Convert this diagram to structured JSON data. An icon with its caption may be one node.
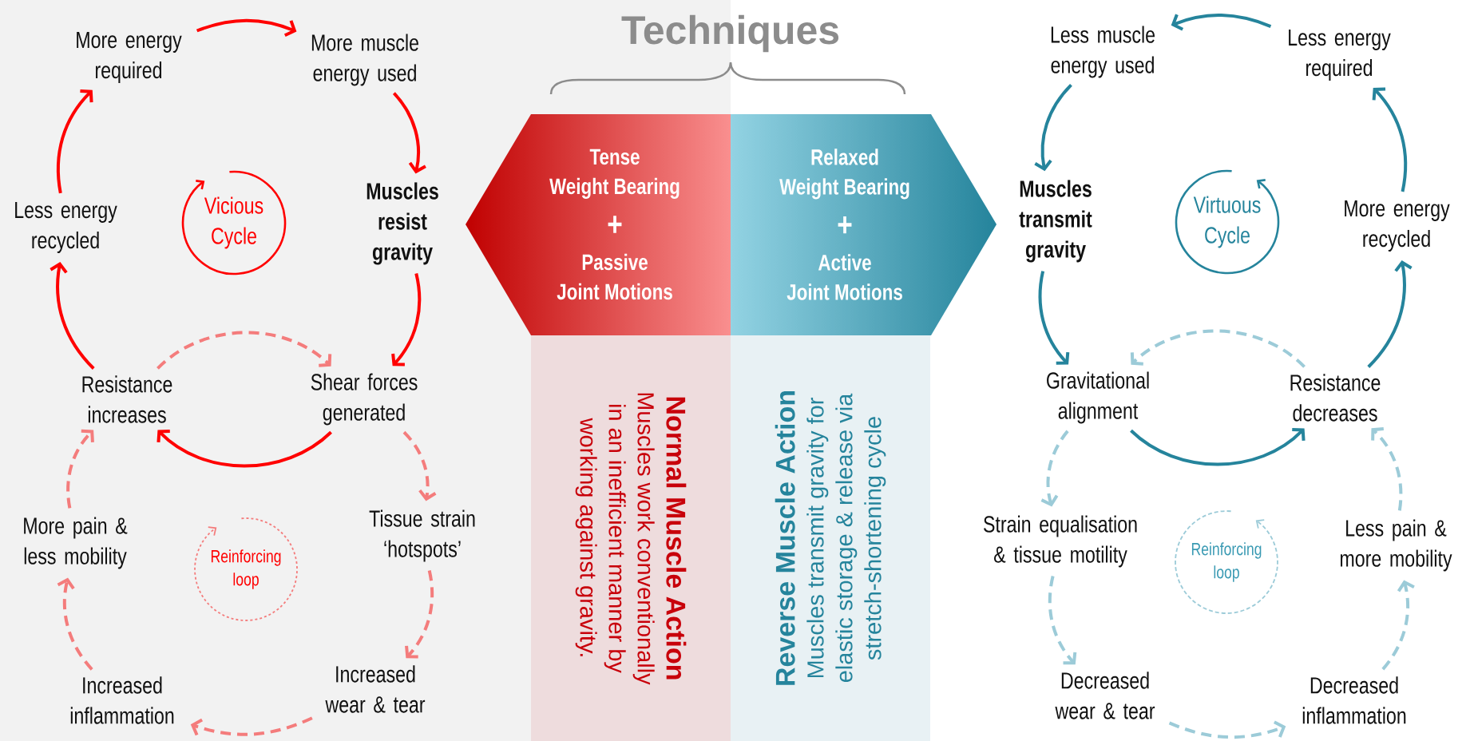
{
  "diagram": {
    "title": "Techniques",
    "nodes": [
      {
        "text": [
          "More energy required"
        ]
      },
      {
        "text": [
          "More muscle energy used"
        ]
      },
      {
        "text": [
          "Less energy recycled"
        ]
      },
      {
        "text": [
          "Vicious Cycle"
        ]
      },
      {
        "text": [
          "Muscles resist gravity"
        ]
      },
      {
        "text": [
          "Resistance increases"
        ]
      },
      {
        "text": [
          "Shear forces generated"
        ]
      },
      {
        "text": [
          "More pain & less mobility"
        ]
      },
      {
        "text": [
          "Reinforcing loop"
        ]
      },
      {
        "text": [
          "Tissue strain ‘hotspots’"
        ]
      },
      {
        "text": [
          "Increased inflammation"
        ]
      },
      {
        "text": [
          "Increased wear & tear"
        ]
      },
      {
        "text": [
          "Tense Weight Bearing",
          "+",
          "Passive Joint Motions"
        ]
      },
      {
        "text": [
          "Relaxed Weight Bearing",
          "+",
          "Active Joint Motions"
        ]
      },
      {
        "text": [
          "Normal Muscle Action",
          "Muscles work conventionally in an inefficient manner by working against gravity."
        ]
      },
      {
        "text": [
          "Reverse Muscle Action",
          "Muscles transmit gravity for elastic storage & release via stretch-shortening cycle"
        ]
      },
      {
        "text": [
          "Less muscle energy used"
        ]
      },
      {
        "text": [
          "Less energy required"
        ]
      },
      {
        "text": [
          "Muscles transmit gravity"
        ]
      },
      {
        "text": [
          "Virtuous Cycle"
        ]
      },
      {
        "text": [
          "More energy recycled"
        ]
      },
      {
        "text": [
          "Gravitational alignment"
        ]
      },
      {
        "text": [
          "Resistance decreases"
        ]
      },
      {
        "text": [
          "Strain equalisation & tissue motility"
        ]
      },
      {
        "text": [
          "Reinforcing loop"
        ]
      },
      {
        "text": [
          "Less pain & more mobility"
        ]
      },
      {
        "text": [
          "Decreased wear & tear"
        ]
      },
      {
        "text": [
          "Decreased inflammation"
        ]
      }
    ],
    "edges": [
      {
        "from": 0,
        "to": 1,
        "arrow": "to",
        "color": "#ff0000"
      },
      {
        "from": 1,
        "to": 4,
        "arrow": "to",
        "color": "#ff0000"
      },
      {
        "from": 4,
        "to": 6,
        "arrow": "to",
        "color": "#ff0000"
      },
      {
        "from": 6,
        "to": 5,
        "arrow": "to",
        "color": "#ff0000"
      },
      {
        "from": 5,
        "to": 2,
        "arrow": "to",
        "color": "#ff0000"
      },
      {
        "from": 2,
        "to": 0,
        "arrow": "to",
        "color": "#ff0000"
      },
      {
        "from": 5,
        "to": 6,
        "arrow": "to",
        "style": "dashed",
        "color": "#f47c7c"
      },
      {
        "from": 6,
        "to": 9,
        "arrow": "to",
        "style": "dashed",
        "color": "#f47c7c"
      },
      {
        "from": 9,
        "to": 11,
        "arrow": "to",
        "style": "dashed",
        "color": "#f47c7c"
      },
      {
        "from": 11,
        "to": 10,
        "arrow": "to",
        "style": "dashed",
        "color": "#f47c7c"
      },
      {
        "from": 10,
        "to": 7,
        "arrow": "to",
        "style": "dashed",
        "color": "#f47c7c"
      },
      {
        "from": 7,
        "to": 5,
        "arrow": "to",
        "style": "dashed",
        "color": "#f47c7c"
      },
      {
        "from": 17,
        "to": 16,
        "arrow": "to",
        "color": "#25849c"
      },
      {
        "from": 16,
        "to": 18,
        "arrow": "to",
        "color": "#25849c"
      },
      {
        "from": 18,
        "to": 21,
        "arrow": "to",
        "color": "#25849c"
      },
      {
        "from": 21,
        "to": 22,
        "arrow": "to",
        "color": "#25849c"
      },
      {
        "from": 22,
        "to": 20,
        "arrow": "to",
        "color": "#25849c"
      },
      {
        "from": 20,
        "to": 17,
        "arrow": "to",
        "color": "#25849c"
      },
      {
        "from": 22,
        "to": 21,
        "arrow": "to",
        "style": "dashed",
        "color": "#9ccbd8"
      },
      {
        "from": 21,
        "to": 23,
        "arrow": "to",
        "style": "dashed",
        "color": "#9ccbd8"
      },
      {
        "from": 23,
        "to": 26,
        "arrow": "to",
        "style": "dashed",
        "color": "#9ccbd8"
      },
      {
        "from": 26,
        "to": 27,
        "arrow": "to",
        "style": "dashed",
        "color": "#9ccbd8"
      },
      {
        "from": 27,
        "to": 25,
        "arrow": "to",
        "style": "dashed",
        "color": "#9ccbd8"
      },
      {
        "from": 25,
        "to": 22,
        "arrow": "to",
        "style": "dashed",
        "color": "#9ccbd8"
      }
    ]
  }
}
